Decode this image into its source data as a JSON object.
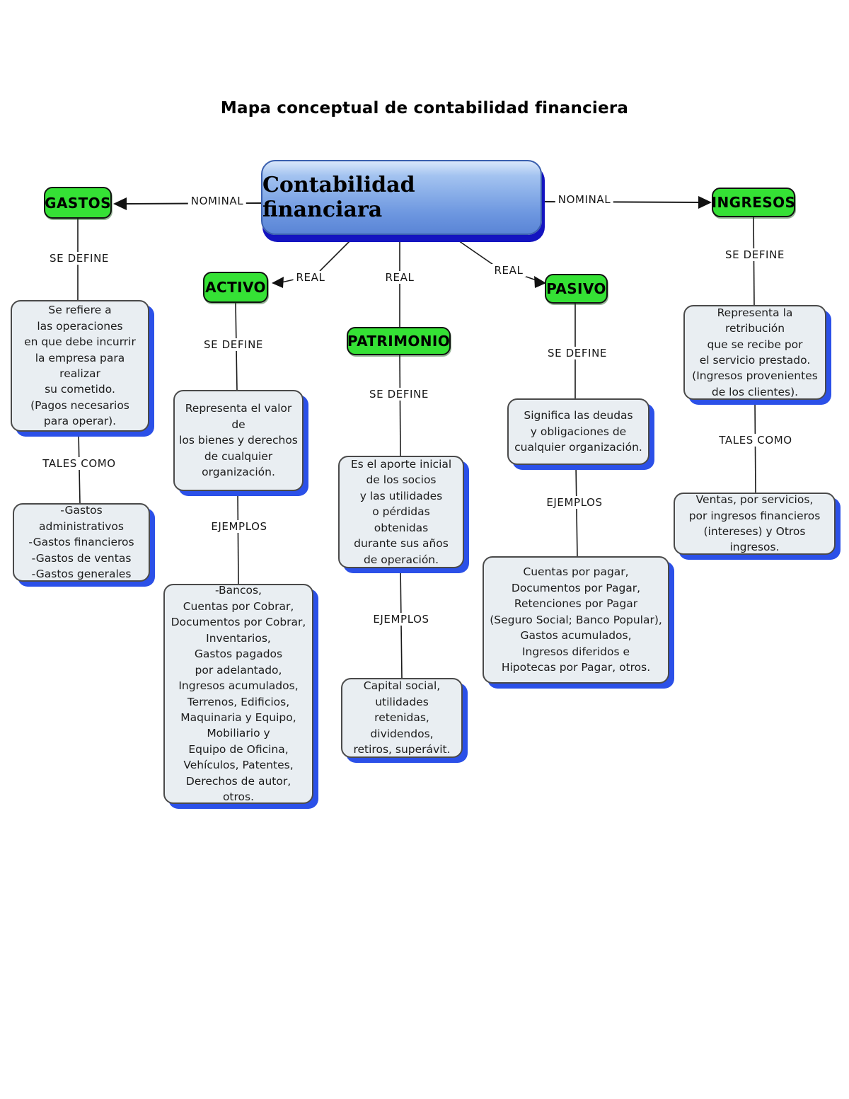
{
  "page": {
    "title": "Mapa conceptual de contabilidad financiera"
  },
  "root_node": {
    "label": "Contabilidad financiara"
  },
  "branches": {
    "gastos": {
      "node_label": "GASTOS",
      "link_label": "NOMINAL",
      "define_label": "SE DEFINE",
      "definition": "Se refiere a\nlas operaciones\nen que debe incurrir\nla empresa para realizar\nsu cometido.\n(Pagos necesarios\npara operar).",
      "examples_label": "TALES COMO",
      "examples": "-Gastos administrativos\n-Gastos financieros\n-Gastos de ventas\n-Gastos generales"
    },
    "activo": {
      "node_label": "ACTIVO",
      "link_label": "REAL",
      "define_label": "SE DEFINE",
      "definition": "Representa el valor de\nlos bienes y derechos\nde cualquier\norganización.",
      "examples_label": "EJEMPLOS",
      "examples": "-Bancos,\nCuentas por Cobrar,\nDocumentos por Cobrar,\nInventarios,\nGastos pagados\npor adelantado,\nIngresos acumulados,\nTerrenos, Edificios,\nMaquinaria y Equipo,\nMobiliario y\nEquipo de Oficina,\nVehículos, Patentes,\nDerechos de autor, otros."
    },
    "patrimonio": {
      "node_label": "PATRIMONIO",
      "link_label": "REAL",
      "define_label": "SE DEFINE",
      "definition": "Es el aporte inicial\nde los socios\ny las utilidades\no pérdidas obtenidas\ndurante sus años\nde operación.",
      "examples_label": "EJEMPLOS",
      "examples": "Capital social,\nutilidades retenidas,\ndividendos,\nretiros, superávit."
    },
    "pasivo": {
      "node_label": "PASIVO",
      "link_label": "REAL",
      "define_label": "SE DEFINE",
      "definition": "Significa las deudas\ny obligaciones de\ncualquier organización.",
      "examples_label": "EJEMPLOS",
      "examples": "Cuentas por pagar,\nDocumentos por Pagar,\nRetenciones por Pagar\n(Seguro Social; Banco Popular),\nGastos acumulados,\nIngresos diferidos e\nHipotecas por Pagar, otros."
    },
    "ingresos": {
      "node_label": "INGRESOS",
      "link_label": "NOMINAL",
      "define_label": "SE DEFINE",
      "definition": "Representa la retribución\nque se recibe por\nel servicio prestado.\n(Ingresos provenientes\nde los clientes).",
      "examples_label": "TALES COMO",
      "examples": "Ventas, por servicios,\npor ingresos financieros\n(intereses) y Otros ingresos."
    }
  },
  "colors": {
    "node_green": "#35e135",
    "root_gradient_top": "#d9e7fb",
    "root_gradient_bottom": "#5a85d6",
    "root_shadow": "#1414c0",
    "box_fill": "#e9eef2",
    "box_border": "#4a4a4a",
    "box_shadow_blue": "#2b50e8",
    "line_black": "#1a1a1a"
  }
}
